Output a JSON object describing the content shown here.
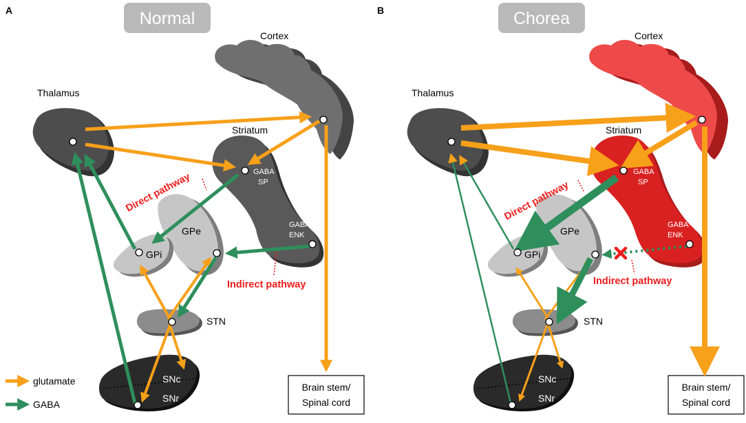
{
  "colors": {
    "glutamate": "#f7a01a",
    "gaba": "#2e8f5c",
    "pathway_label": "#ee1c1c",
    "title_bg": "#b9b9b9"
  },
  "legend": {
    "glutamate": "glutamate",
    "gaba": "GABA"
  },
  "panels": [
    {
      "letter": "A",
      "title": "Normal",
      "regions": {
        "cortex": "Cortex",
        "thalamus": "Thalamus",
        "striatum": "Striatum",
        "gaba_1": "GABA",
        "sp": "SP",
        "gaba_2": "GABA",
        "enk": "ENK",
        "gpe": "GPe",
        "gpi": "GPi",
        "stn": "STN",
        "snc": "SNc",
        "snr": "SNr",
        "brainstem_1": "Brain stem/",
        "brainstem_2": "Spinal cord"
      },
      "pathways": {
        "direct": "Direct pathway",
        "indirect": "Indirect pathway"
      }
    },
    {
      "letter": "B",
      "title": "Chorea",
      "regions": {
        "cortex": "Cortex",
        "thalamus": "Thalamus",
        "striatum": "Striatum",
        "gaba_1": "GABA",
        "sp": "SP",
        "gaba_2": "GABA",
        "enk": "ENK",
        "gpe": "GPe",
        "gpi": "GPi",
        "stn": "STN",
        "snc": "SNc",
        "snr": "SNr",
        "brainstem_1": "Brain stem/",
        "brainstem_2": "Spinal cord"
      },
      "pathways": {
        "direct": "Direct pathway",
        "indirect": "Indirect pathway"
      }
    }
  ]
}
